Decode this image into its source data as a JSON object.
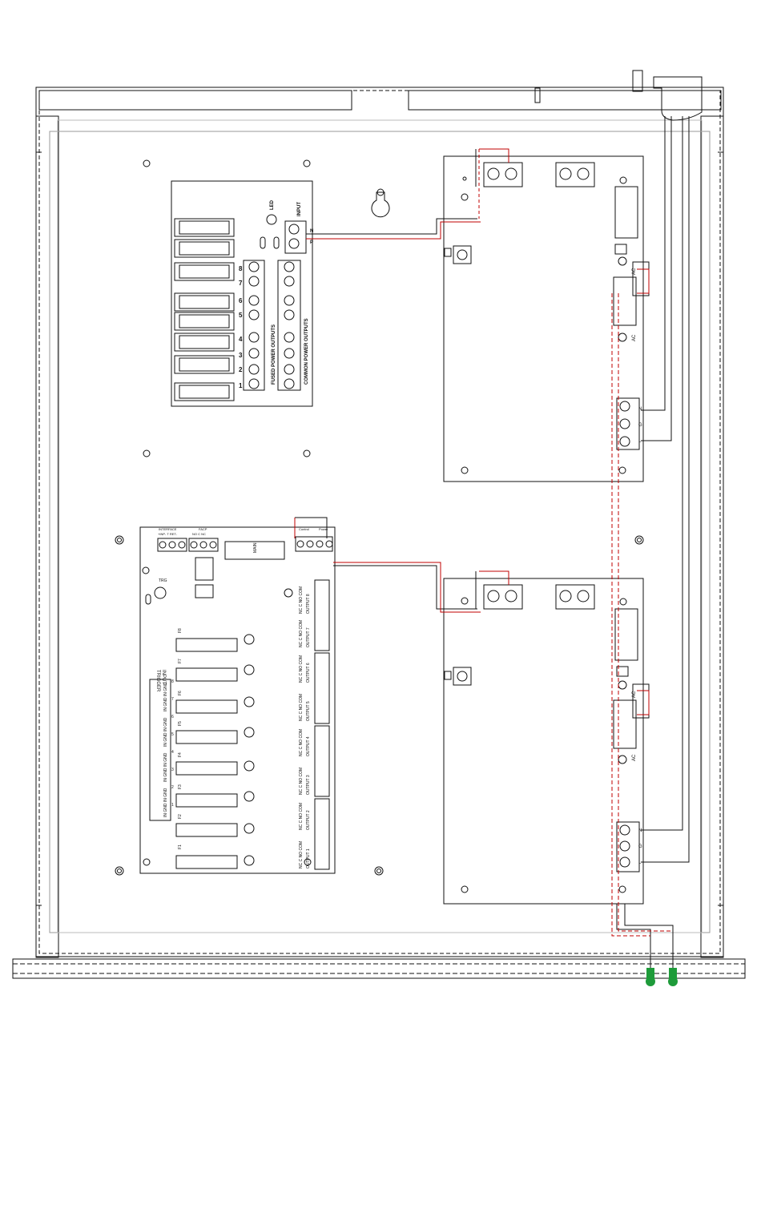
{
  "colors": {
    "line": "#111111",
    "panel": "#888888",
    "red_wire": "#c00000",
    "black_wire": "#111111",
    "led_green": "#1e9b3a"
  },
  "distribution_block": {
    "led_label": "LED",
    "input_label": "INPUT",
    "n_label": "N",
    "p_label": "P",
    "fused_outputs_label": "FUSED    POWER    OUTPUTS",
    "common_outputs_label": "COMMON    POWER    OUTPUTS",
    "output_numbers": [
      "1",
      "2",
      "3",
      "4",
      "5",
      "6",
      "7",
      "8"
    ]
  },
  "supply_board": {
    "ac_label": "AC",
    "terminal_labels": [
      "N",
      "G",
      "L"
    ]
  },
  "relay_board": {
    "main_label": "MAIN",
    "trg_label": "TRG",
    "trigger_label": "TRIGGER",
    "input_label": "INPUT",
    "fuse_labels": [
      "F1",
      "F2",
      "F3",
      "F4",
      "F5",
      "F6",
      "F7",
      "F8"
    ],
    "output_labels": [
      "OUTPUT 1",
      "OUTPUT 2",
      "OUTPUT 3",
      "OUTPUT 4",
      "OUTPUT 5",
      "OUTPUT 6",
      "OUTPUT 7",
      "OUTPUT 8"
    ],
    "contact_labels": [
      "NC  C  NO COM",
      "NC  C  NO COM",
      "NC  C  NO COM",
      "NC  C  NO COM",
      "NC  C  NO COM",
      "NC  C  NO COM",
      "NC  C  NO COM",
      "NC  C  NO COM"
    ],
    "trigger_rows": [
      "IN  GND IN  GND",
      "IN  GND IN  GND",
      "IN  GND IN  GND",
      "IN  GND IN  GND"
    ],
    "trigger_numbers": [
      "1",
      "2",
      "3",
      "4",
      "5",
      "6",
      "7",
      "8"
    ],
    "interface_label": "INTERFACE",
    "interface_pins": "+INP-  T  RET-",
    "facp_label": "FACP",
    "facp_pins": "NO  C  NC",
    "power_label": "Power",
    "control_label": "Control"
  }
}
